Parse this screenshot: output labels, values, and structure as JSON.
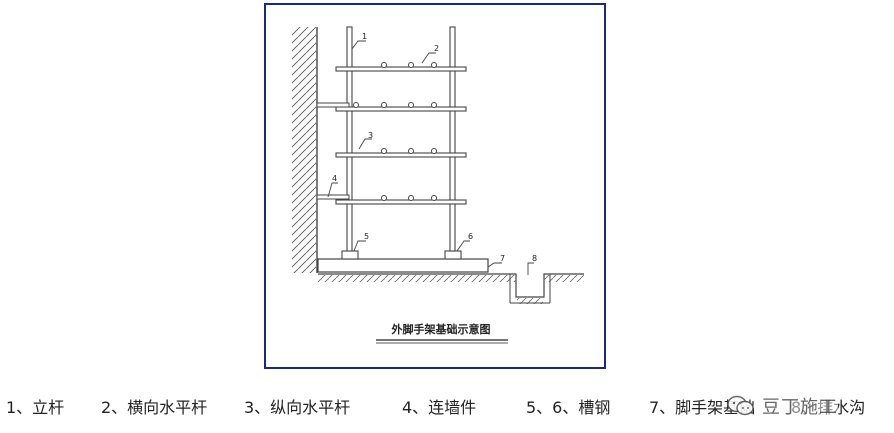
{
  "diagram": {
    "title": "外脚手架基础示意图",
    "labels": [
      "1",
      "2",
      "3",
      "4",
      "5",
      "6",
      "7",
      "8"
    ]
  },
  "legend": {
    "items": [
      "1、立杆",
      "2、横向水平杆",
      "3、纵向水平杆",
      "4、连墙件",
      "5、6、槽钢",
      "7、脚手架基础",
      "8、排水沟"
    ]
  },
  "watermark": {
    "text": "豆丁施工",
    "icon": "wechat-icon"
  },
  "colors": {
    "frame_border": "#1a2a78",
    "lines": "#444444"
  }
}
